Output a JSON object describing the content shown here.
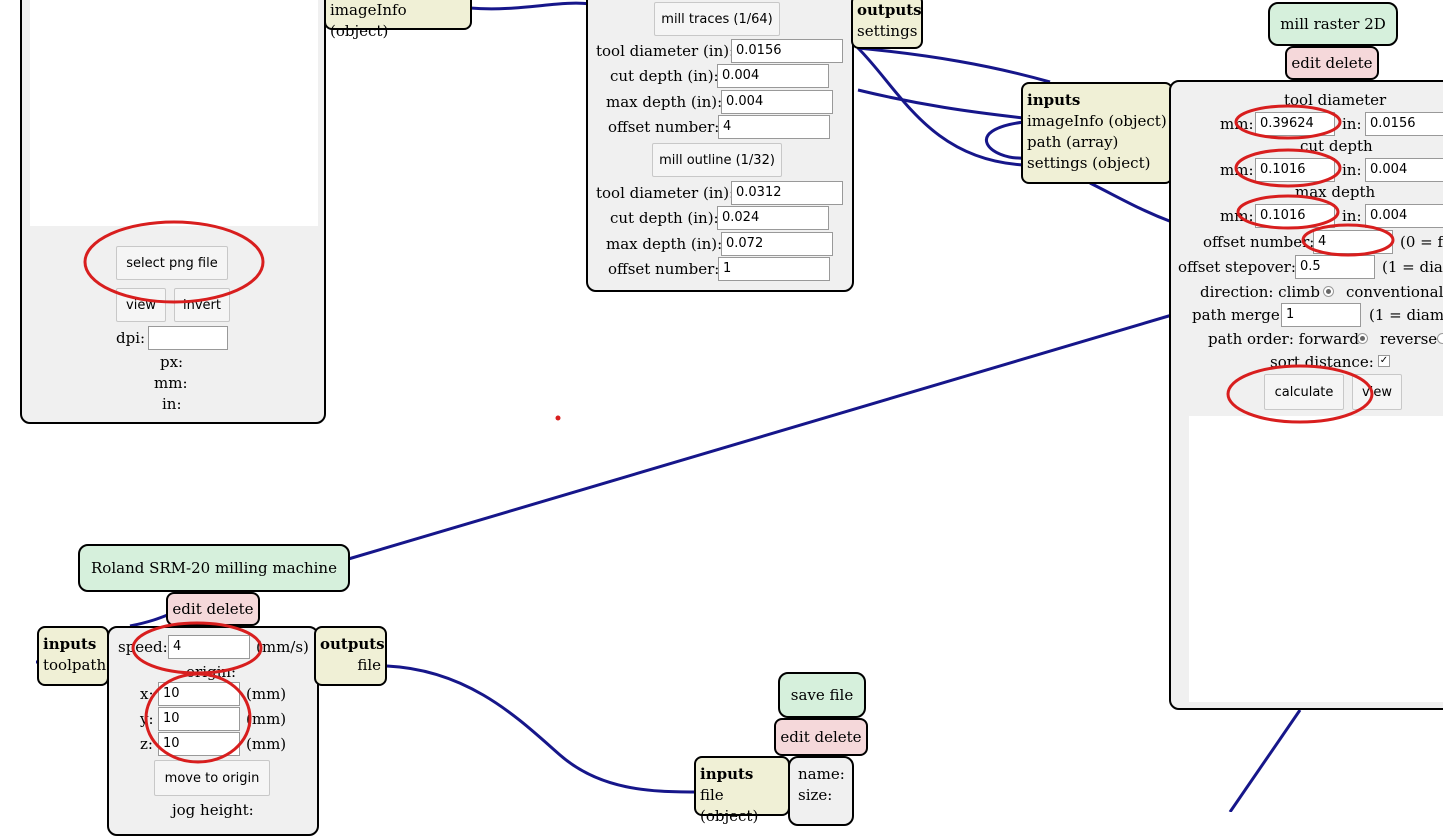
{
  "png_module": {
    "select_button": "select png file",
    "view_button": "view",
    "invert_button": "invert",
    "dpi_label": "dpi:",
    "dpi_value": "",
    "px_label": "px:",
    "mm_label": "mm:",
    "in_label": "in:"
  },
  "imageinfo_port": "imageInfo (object)",
  "mill_settings": {
    "traces_button": "mill traces (1/64)",
    "traces": {
      "tool_diameter_label": "tool diameter (in):",
      "tool_diameter": "0.0156",
      "cut_depth_label": "cut depth (in):",
      "cut_depth": "0.004",
      "max_depth_label": "max depth (in):",
      "max_depth": "0.004",
      "offset_number_label": "offset number:",
      "offset_number": "4"
    },
    "outline_button": "mill outline (1/32)",
    "outline": {
      "tool_diameter_label": "tool diameter (in):",
      "tool_diameter": "0.0312",
      "cut_depth_label": "cut depth (in):",
      "cut_depth": "0.024",
      "max_depth_label": "max depth (in):",
      "max_depth": "0.072",
      "offset_number_label": "offset number:",
      "offset_number": "1"
    },
    "outputs_title": "outputs",
    "outputs_item": "settings"
  },
  "mill_raster": {
    "title": "mill raster 2D",
    "controls": "edit delete",
    "inputs_title": "inputs",
    "inputs": [
      "imageInfo (object)",
      "path (array)",
      "settings (object)"
    ],
    "tool_diameter_heading": "tool diameter",
    "cut_depth_heading": "cut depth",
    "max_depth_heading": "max depth",
    "mm_label": "mm:",
    "in_label": "in:",
    "tool_diameter_mm": "0.39624",
    "tool_diameter_in": "0.0156",
    "cut_depth_mm": "0.1016",
    "cut_depth_in": "0.004",
    "max_depth_mm": "0.1016",
    "max_depth_in": "0.004",
    "offset_number_label": "offset number:",
    "offset_number": "4",
    "offset_number_note": "(0 = f",
    "offset_stepover_label": "offset stepover:",
    "offset_stepover": "0.5",
    "offset_stepover_note": "(1 = diar",
    "direction_label": "direction: climb",
    "direction_conventional": "conventional",
    "path_merge_label": "path merge:",
    "path_merge": "1",
    "path_merge_note": "(1 = diame",
    "path_order_label": "path order: forward",
    "path_order_reverse": "reverse",
    "sort_distance_label": "sort distance:",
    "calculate_button": "calculate",
    "view_button": "view"
  },
  "roland": {
    "title": "Roland SRM-20 milling machine",
    "controls": "edit delete",
    "inputs_title": "inputs",
    "inputs_item": "toolpath",
    "outputs_title": "outputs",
    "outputs_item": "file",
    "speed_label": "speed:",
    "speed": "4",
    "speed_unit": "(mm/s)",
    "origin_label": "origin:",
    "x_label": "x:",
    "x": "10",
    "y_label": "y:",
    "y": "10",
    "z_label": "z:",
    "z": "10",
    "mm_unit": "(mm)",
    "move_button": "move to origin",
    "jog_label": "jog height:"
  },
  "save_file": {
    "title": "save file",
    "controls": "edit delete",
    "inputs_title": "inputs",
    "inputs_item": "file (object)",
    "name_label": "name:",
    "size_label": "size:"
  },
  "colors": {
    "wire": "#16168a",
    "annotation": "#d81e1e",
    "module_bg": "#f0f0f0",
    "title_bg": "#d6f0dc",
    "controls_bg": "#f5d8da",
    "port_bg": "#f0f0d6"
  }
}
